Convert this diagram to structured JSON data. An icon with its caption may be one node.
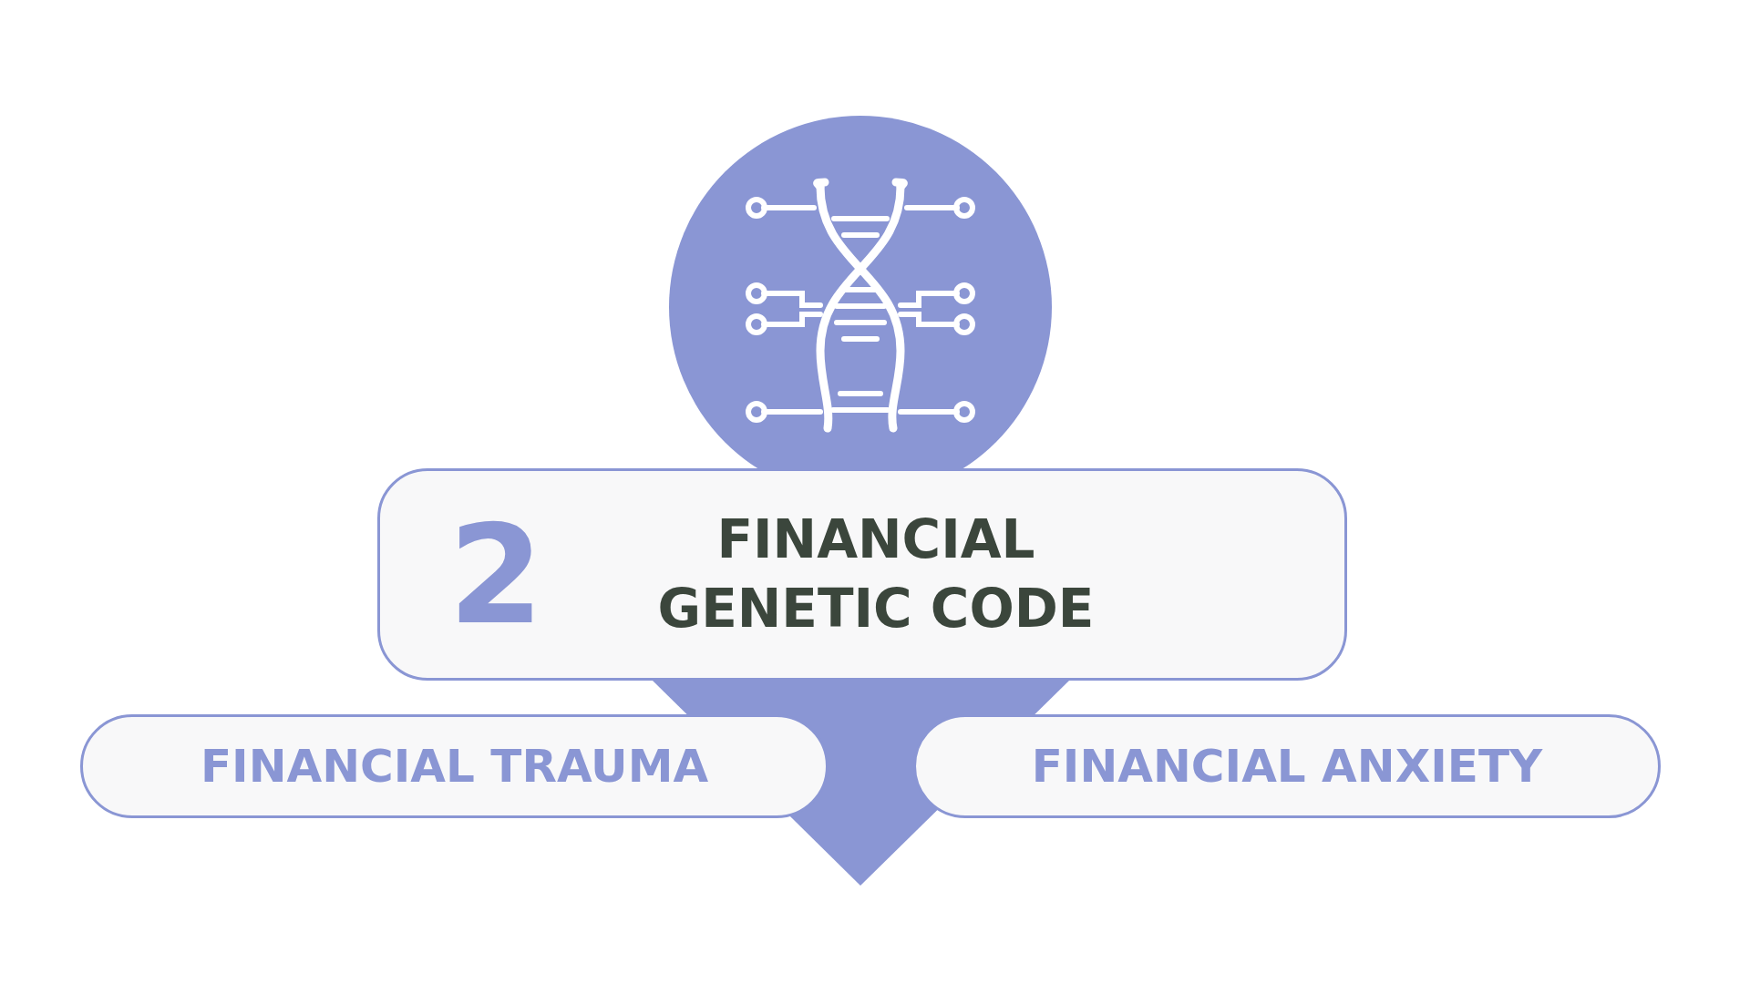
{
  "diagram": {
    "nodes": [
      {
        "text": [
          "2",
          "FINANCIAL GENETIC CODE"
        ]
      },
      {
        "text": [
          "FINANCIAL TRAUMA"
        ]
      },
      {
        "text": [
          "FINANCIAL ANXIETY"
        ]
      },
      {
        "text": [],
        "shape": "triangle"
      }
    ]
  }
}
